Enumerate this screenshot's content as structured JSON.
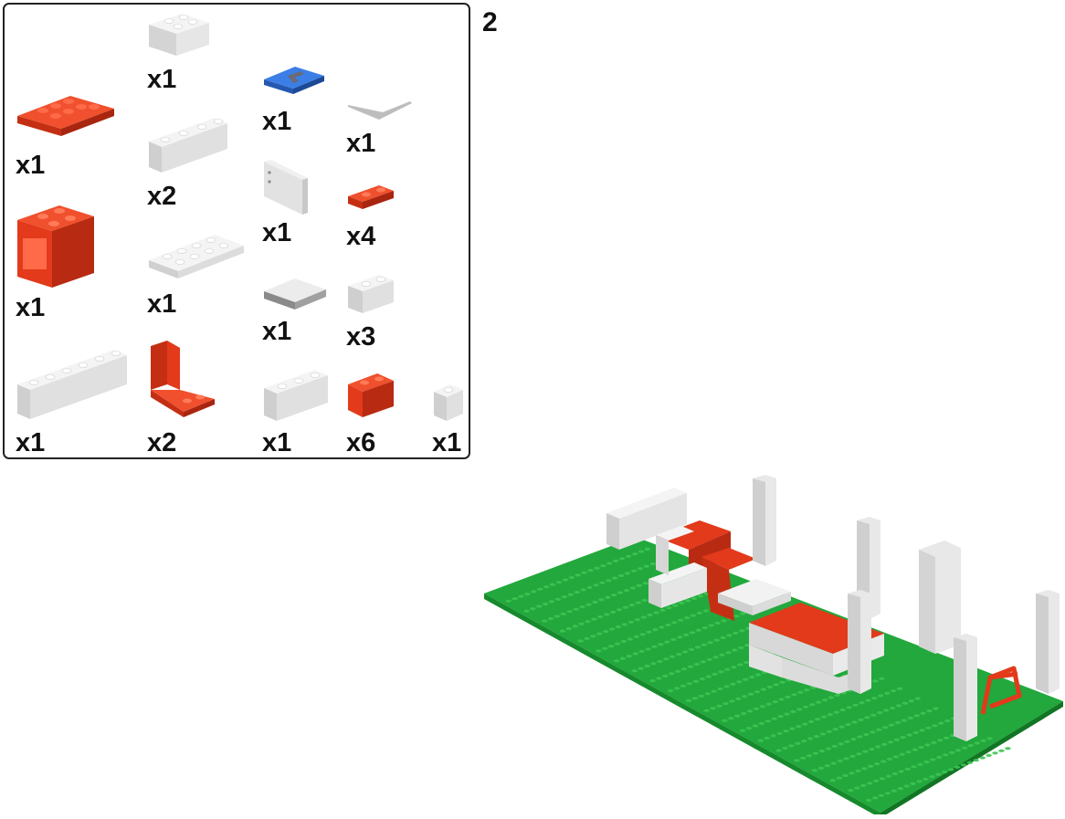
{
  "step": {
    "number": "2"
  },
  "parts": [
    {
      "id": "plate-2x4-red",
      "name": "red-plate-2x4-icon",
      "qty": "x1"
    },
    {
      "id": "container-2x2-red",
      "name": "red-cupboard-icon",
      "qty": "x1"
    },
    {
      "id": "brick-1x6-white",
      "name": "white-brick-1x6-icon",
      "qty": "x1"
    },
    {
      "id": "brick-2x2-white",
      "name": "white-brick-2x2-icon",
      "qty": "x1"
    },
    {
      "id": "brick-1x4-white",
      "name": "white-brick-1x4-icon",
      "qty": "x2"
    },
    {
      "id": "plate-2x6-white",
      "name": "white-plate-2x6-icon",
      "qty": "x1"
    },
    {
      "id": "seat-red",
      "name": "red-seat-icon",
      "qty": "x2"
    },
    {
      "id": "tile-blue",
      "name": "blue-printed-tile-icon",
      "qty": "x1"
    },
    {
      "id": "door-white",
      "name": "white-door-panel-icon",
      "qty": "x1"
    },
    {
      "id": "tile-2x2-white",
      "name": "white-tile-2x2-icon",
      "qty": "x1"
    },
    {
      "id": "brick-1x3-white",
      "name": "white-brick-1x3-icon",
      "qty": "x1"
    },
    {
      "id": "tile-thin-white",
      "name": "white-thin-plate-icon",
      "qty": "x1"
    },
    {
      "id": "plate-1x2-red",
      "name": "red-plate-1x2-icon",
      "qty": "x4"
    },
    {
      "id": "brick-1x2-white",
      "name": "white-brick-1x2-icon",
      "qty": "x3"
    },
    {
      "id": "brick-1x2-red",
      "name": "red-brick-1x2-icon",
      "qty": "x6"
    },
    {
      "id": "brick-1x1-white",
      "name": "white-brick-1x1-icon",
      "qty": "x1"
    }
  ],
  "colors": {
    "red": "#e23a1b",
    "white": "#e6e6e6",
    "blue": "#2f6fd6",
    "green": "#22a83c",
    "frame": "#222222"
  }
}
